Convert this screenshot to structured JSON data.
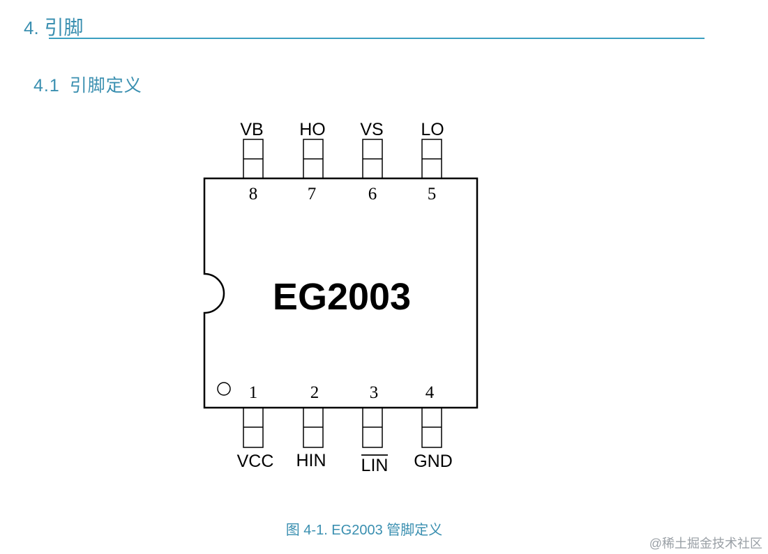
{
  "heading": {
    "number": "4.",
    "title": "引脚"
  },
  "subheading": {
    "number": "4.1",
    "title": "引脚定义"
  },
  "chip": {
    "name": "EG2003",
    "top_pins": [
      {
        "number": "8",
        "label": "VB"
      },
      {
        "number": "7",
        "label": "HO"
      },
      {
        "number": "6",
        "label": "VS"
      },
      {
        "number": "5",
        "label": "LO"
      }
    ],
    "bottom_pins": [
      {
        "number": "1",
        "label": "VCC"
      },
      {
        "number": "2",
        "label": "HIN"
      },
      {
        "number": "3",
        "label": "LIN"
      },
      {
        "number": "4",
        "label": "GND"
      }
    ]
  },
  "caption": "图 4-1. EG2003 管脚定义",
  "watermark": "@稀土掘金技术社区"
}
